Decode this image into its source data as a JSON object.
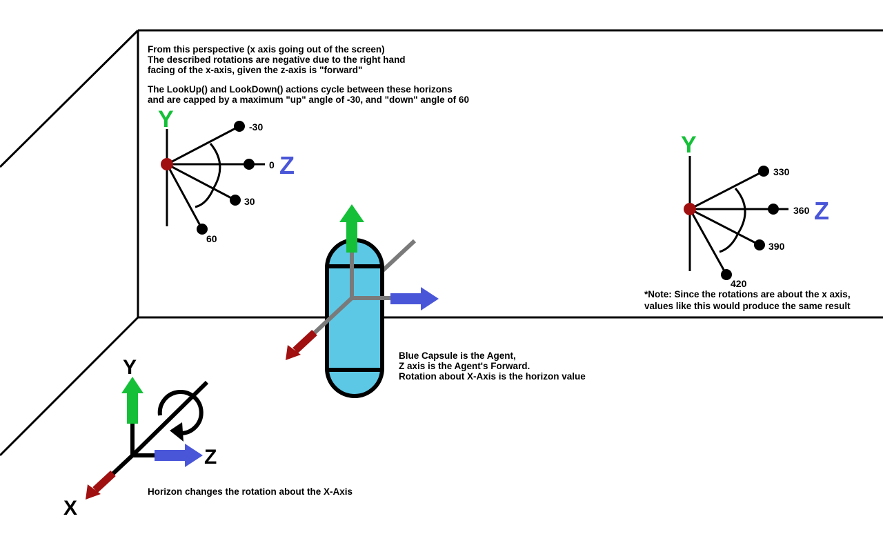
{
  "text": {
    "top_note": [
      "From this perspective (x axis going out of the screen)",
      "The described rotations are negative due to the right hand",
      "facing of the x-axis, given the z-axis is \"forward\"",
      "",
      "The LookUp() and LookDown() actions cycle between these horizons",
      "and are capped by a maximum \"up\" angle of -30, and \"down\" angle of 60"
    ],
    "agent_note": [
      "Blue Capsule is the Agent,",
      "Z axis is the Agent's Forward.",
      "Rotation about X-Axis is the horizon value"
    ],
    "side_note": [
      "*Note: Since the rotations are about the x axis,",
      "values like this would produce the same result"
    ],
    "bottom_note": "Horizon changes the rotation about the X-Axis"
  },
  "left_gauge": {
    "y_label": "Y",
    "z_label": "Z",
    "ticks": [
      "-30",
      "0",
      "30",
      "60"
    ]
  },
  "right_gauge": {
    "y_label": "Y",
    "z_label": "Z",
    "ticks": [
      "330",
      "360",
      "390",
      "420"
    ]
  },
  "world_axes": {
    "x_label": "X",
    "y_label": "Y",
    "z_label": "Z"
  },
  "colors": {
    "y_axis": "#15c038",
    "z_axis": "#4a56d8",
    "x_axis": "#a01010",
    "capsule": "#5dc8e6",
    "agent_x_gray": "#7a7a7a"
  }
}
